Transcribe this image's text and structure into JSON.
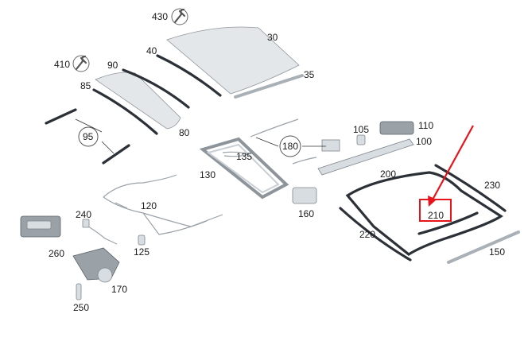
{
  "diagram": {
    "part_numbers": {
      "p30": "30",
      "p35": "35",
      "p40": "40",
      "p80": "80",
      "p85": "85",
      "p90": "90",
      "p95": "95",
      "p100": "100",
      "p105": "105",
      "p110": "110",
      "p120": "120",
      "p125": "125",
      "p130": "130",
      "p135": "135",
      "p150": "150",
      "p160": "160",
      "p170": "170",
      "p180": "180",
      "p200": "200",
      "p210": "210",
      "p220": "220",
      "p230": "230",
      "p240": "240",
      "p250": "250",
      "p260": "260",
      "p410": "410",
      "p430": "430"
    },
    "highlight": {
      "part": "210",
      "color": "#e8141b"
    },
    "icons": [
      "wrench-icon-430",
      "wrench-icon-410"
    ]
  }
}
